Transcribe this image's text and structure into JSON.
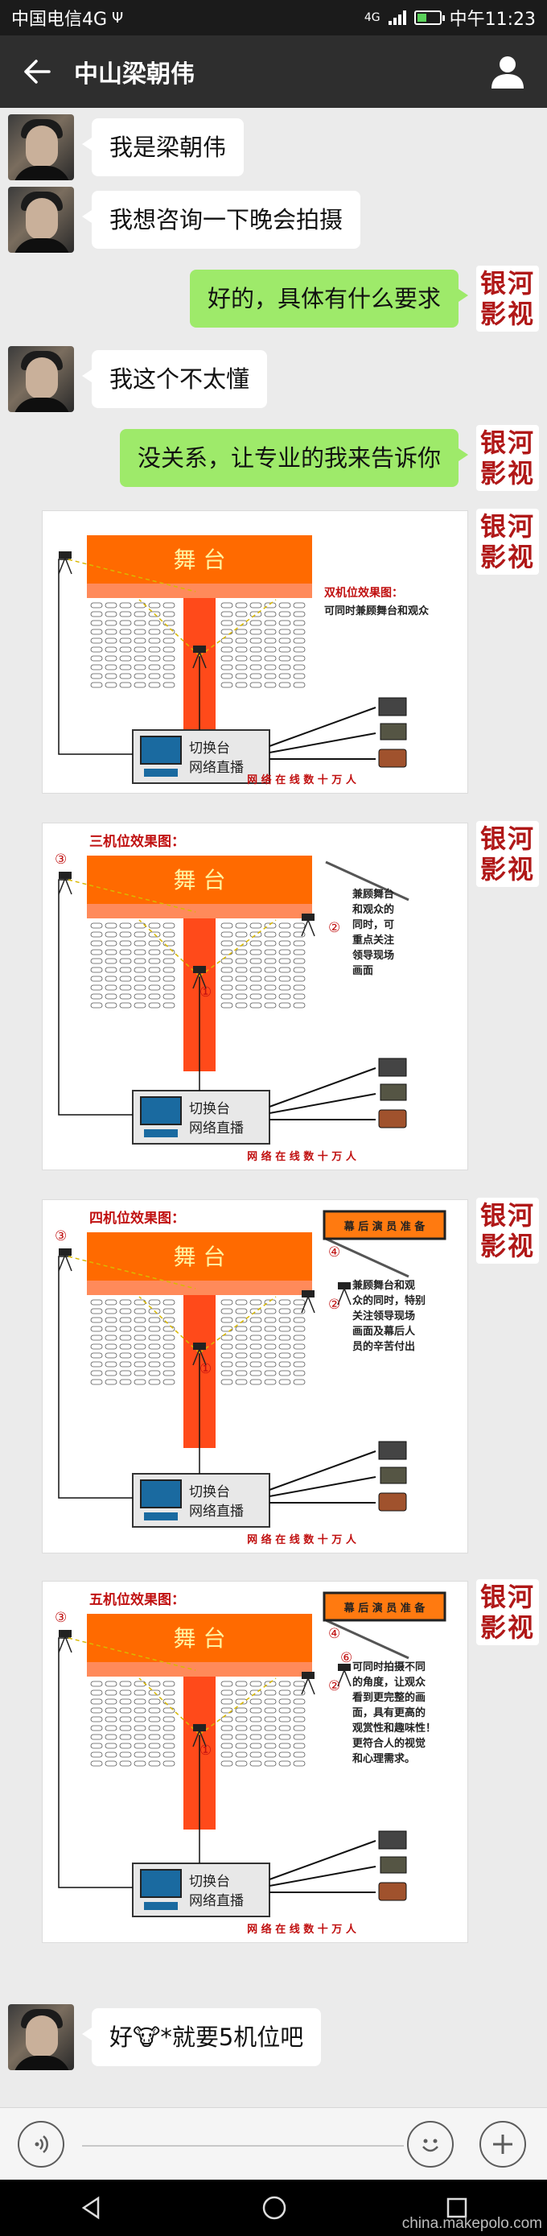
{
  "status": {
    "carrier": "中国电信4G",
    "usb": "Ψ",
    "network": "4G",
    "time": "中午11:23",
    "battery_level": 0.45
  },
  "nav": {
    "title": "中山梁朝伟",
    "back_icon": "arrow-left-icon",
    "profile_icon": "person-icon"
  },
  "brand": {
    "line1": "银河",
    "line2": "影视"
  },
  "messages": [
    {
      "side": "in",
      "text": "我是梁朝伟"
    },
    {
      "side": "in",
      "text": "我想咨询一下晚会拍摄"
    },
    {
      "side": "out",
      "text": "好的，具体有什么要求"
    },
    {
      "side": "in",
      "text": "我这个不太懂"
    },
    {
      "side": "out",
      "text": "没关系，让专业的我来告诉你"
    },
    {
      "side": "in",
      "text": "好🐮*就要5机位吧"
    }
  ],
  "diagram_common": {
    "stage_label": "舞  台",
    "switcher_line1": "切换台",
    "switcher_line2": "网络直播",
    "online_label": "网 络 在 线 数 十 万 人",
    "backstage_label": "幕 后 演 员 准 备"
  },
  "diagrams": [
    {
      "title": "双机位效果图：",
      "desc": [
        "可同时兼顾舞台和观众"
      ],
      "markers": []
    },
    {
      "title": "三机位效果图：",
      "desc": [
        "兼顾舞台",
        "和观众的",
        "同时，可",
        "重点关注",
        "领导现场",
        "画面"
      ],
      "markers": [
        "①",
        "②",
        "③"
      ]
    },
    {
      "title": "四机位效果图：",
      "desc": [
        "兼顾舞台和观",
        "众的同时，特别",
        "关注领导现场",
        "画面及幕后人",
        "员的辛苦付出"
      ],
      "markers": [
        "①",
        "②",
        "③",
        "④"
      ]
    },
    {
      "title": "五机位效果图：",
      "desc": [
        "可同时拍摄不同",
        "的角度，让观众",
        "看到更完整的画",
        "面，具有更高的",
        "观赏性和趣味性！",
        "更符合人的视觉",
        "和心理需求。"
      ],
      "markers": [
        "①",
        "②",
        "③",
        "④",
        "⑥"
      ]
    }
  ],
  "watermark": "china.makepolo.com",
  "colors": {
    "bubble_out": "#9eea6a",
    "stage": "#ff6a00",
    "aisle": "#ff4a1a",
    "brand": "#b01818"
  }
}
